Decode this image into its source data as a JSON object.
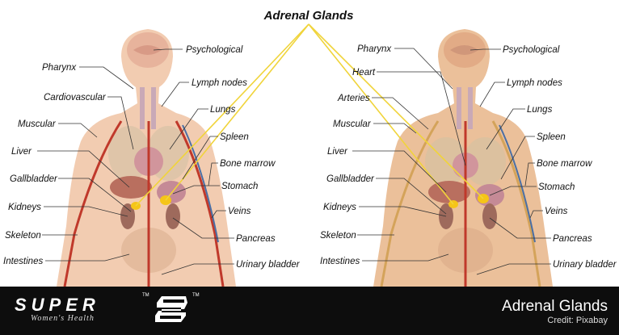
{
  "title": "Adrenal Glands",
  "left_labels": {
    "pharynx": "Pharynx",
    "cardiovascular": "Cardiovascular",
    "muscular": "Muscular",
    "liver": "Liver",
    "gallbladder": "Gallbladder",
    "kidneys": "Kidneys",
    "skeleton": "Skeleton",
    "intestines": "Intestines",
    "psychological": "Psychological",
    "lymph_nodes": "Lymph nodes",
    "lungs": "Lungs",
    "spleen": "Spleen",
    "bone_marrow": "Bone marrow",
    "stomach": "Stomach",
    "veins": "Veins",
    "pancreas": "Pancreas",
    "urinary_bladder": "Urinary bladder"
  },
  "right_labels": {
    "pharynx": "Pharynx",
    "heart": "Heart",
    "arteries": "Arteries",
    "muscular": "Muscular",
    "liver": "Liver",
    "gallbladder": "Gallbladder",
    "kidneys": "Kidneys",
    "skeleton": "Skeleton",
    "intestines": "Intestines",
    "psychological": "Psychological",
    "lymph_nodes": "Lymph nodes",
    "lungs": "Lungs",
    "spleen": "Spleen",
    "bone_marrow": "Bone marrow",
    "stomach": "Stomach",
    "veins": "Veins",
    "pancreas": "Pancreas",
    "urinary_bladder": "Urinary bladder"
  },
  "footer": {
    "brand": "SUPER",
    "brand_sub": "Women's Health",
    "brand_tm": "TM",
    "title": "Adrenal Glands",
    "credit": "Credit: Pixabay"
  },
  "colors": {
    "skin": "#f1c7a8",
    "skin_right": "#e9b98f",
    "pointer": "#f0d43a",
    "adrenal": "#f5c518",
    "artery": "#c0392b",
    "vein": "#4a6fa5",
    "footer_bg": "#0d0d0d"
  },
  "icons": [
    "brain-icon",
    "super-logo-icon"
  ]
}
